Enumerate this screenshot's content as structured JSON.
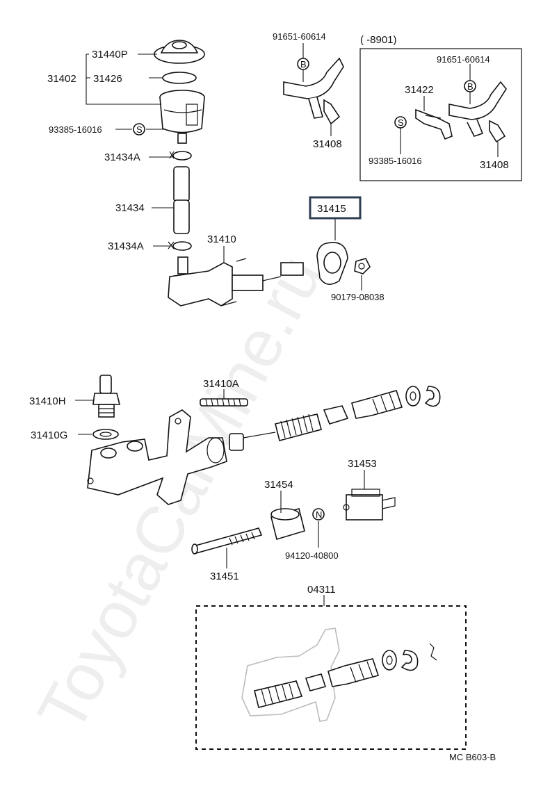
{
  "watermark": "ToyotaCarMine.ru",
  "callouts": {
    "p31440P": "31440P",
    "p31402": "31402",
    "p31426": "31426",
    "p93385a": "93385-16016",
    "p31434Atop": "31434A",
    "p31434": "31434",
    "p31434Abot": "31434A",
    "p31410": "31410",
    "p91651a": "91651-60614",
    "p31408a": "31408",
    "inset_range": "(       -8901)",
    "p91651b": "91651-60614",
    "p31422": "31422",
    "p93385b": "93385-16016",
    "p31408b": "31408",
    "p31415": "31415",
    "p90179": "90179-08038",
    "p31410H": "31410H",
    "p31410G": "31410G",
    "p31410A": "31410A",
    "p31453": "31453",
    "p31454": "31454",
    "p94120": "94120-40800",
    "p31451": "31451",
    "p04311": "04311",
    "footer": "MC   B603-B"
  },
  "symbols": {
    "s_a": "S",
    "b_a": "B",
    "b_b": "B",
    "s_b": "S",
    "n_a": "N"
  },
  "highlight_color": "#2c3e50"
}
